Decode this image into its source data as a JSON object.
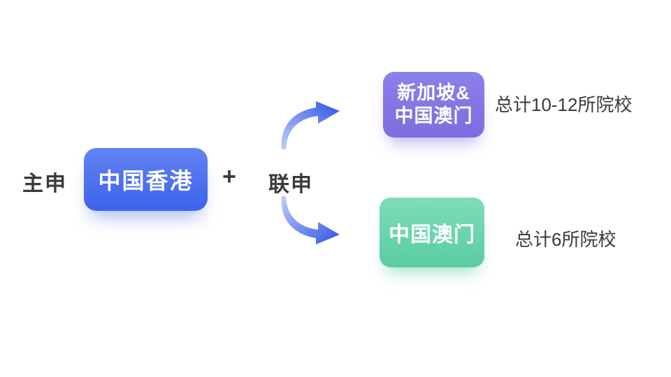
{
  "diagram": {
    "text_color": "#3A3A3A",
    "arrow_color_light": "#BFCDf8",
    "arrow_color_dark": "#2E54E6",
    "main_label": "主申",
    "plus_sign": "+",
    "joint_label": "联申",
    "primary_node": {
      "label": "中国香港",
      "color_top": "#6283F1",
      "color_bottom": "#3D62EC"
    },
    "branches": [
      {
        "label_line1": "新加坡&",
        "label_line2": "中国澳门",
        "color_top": "#8C80EA",
        "color_bottom": "#7A6EE0",
        "annotation": "总计10-12所院校"
      },
      {
        "label": "中国澳门",
        "color_top": "#7EDDB8",
        "color_bottom": "#59CDA0",
        "annotation": "总计6所院校"
      }
    ]
  }
}
